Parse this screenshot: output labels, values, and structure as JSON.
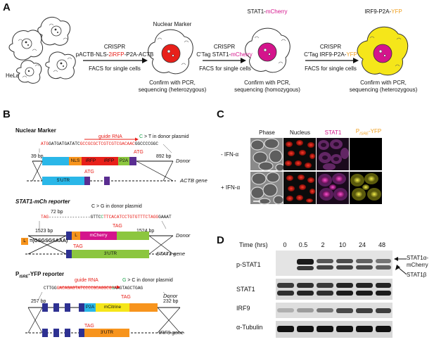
{
  "panel_labels": {
    "a": "A",
    "b": "B",
    "c": "C",
    "d": "D"
  },
  "panel_a": {
    "hela": "HeLa",
    "step1": {
      "method": "CRISPR",
      "construct_pre": "pACTB-NLS-",
      "construct_red": "2iRFP",
      "construct_post": "-P2A-ACTB",
      "facs": "FACS for single cells",
      "top": "Nuclear Marker",
      "confirm1": "Confirm with PCR,",
      "confirm2": "sequencing (heterozygous)"
    },
    "step2": {
      "method": "CRISPR",
      "construct_pre": "C'Tag STAT1-",
      "construct_col": "mCherry",
      "facs": "FACS for single cells",
      "top_pre": "STAT1-",
      "top_col": "mCherry",
      "confirm1": "Confirm with PCR,",
      "confirm2": "sequencing (homozygous)"
    },
    "step3": {
      "method": "CRISPR",
      "construct_pre": "C'Tag IRF9-P2A-",
      "construct_col": "YFP",
      "facs": "FACS for single cells",
      "top_pre": "IRF9-P2A-",
      "top_col": "YFP",
      "confirm1": "Confirm with PCR,",
      "confirm2": "sequencing (heterozygous)"
    }
  },
  "panel_b": {
    "nm": {
      "title": "Nuclear Marker",
      "guide": "guide RNA",
      "mut_pre": "C",
      "mut_mid": " > T in donor plasmid",
      "seq_a": "ATG",
      "seq_b": "GATGATGATATC",
      "seq_c": "GCCGCGCTCGTCGTCGACAAC",
      "seq_d": "GGCCCCGGC",
      "bp_left": "39 bp",
      "bp_right": "892 bp",
      "atg1": "ATG",
      "atg2": "ATG",
      "segs": [
        "5'UTR",
        "NLS",
        "iRFP",
        "iRFP",
        "P2A"
      ],
      "donor": "Donor",
      "gene": "ACTB gene"
    },
    "stat": {
      "title": "STAT1-mCh reporter",
      "mut": "C > G in donor plasmid",
      "bp72": "72 bp",
      "seq_a": "TAG",
      "seq_b": "GTTC",
      "seq_c": "C",
      "seq_d": "TTCACATCCTGTGTTTCTAGG",
      "seq_e": "GAAAT",
      "bp_left": "1523 bp",
      "bp_right": "1524 bp",
      "l": "L",
      "mcherry": "mCherry",
      "tag1": "TAG",
      "tag2": "TAG",
      "linker": "=(GSGSGSAAA)",
      "linker_l": "L",
      "donor": "Donor",
      "utr": "3'UTR",
      "gene": "STAT1 gene"
    },
    "irf": {
      "title_pre": "P",
      "title_sub": "ISRE",
      "title_post": "-YFP reporter",
      "guide": "guide RNA",
      "mut_pre": "G",
      "mut_post": " > C in donor plasmid",
      "seq_a": "CTTGG",
      "seq_b": "GACAGAGTATCCCCGCAGGCG",
      "seq_c": "G",
      "seq_d": "AAGTAGCTGAG",
      "bp_left": "257 bp",
      "bp_right": "232 bp",
      "p2a": "P2A",
      "mcitrine": "mCitrine",
      "tag1": "TAG",
      "tag2": "TAG",
      "donor": "Donor",
      "utr": "3'UTR",
      "gene": "IRF9 gene"
    }
  },
  "panel_c": {
    "cols": [
      "Phase",
      "Nucleus",
      "STAT1"
    ],
    "col4_pre": "P",
    "col4_sub": "ISRE",
    "col4_post": "-YFP",
    "rows": [
      "- IFN-α",
      "+ IFN-α"
    ]
  },
  "panel_d": {
    "time_label": "Time (hrs)",
    "times": [
      "0",
      "0.5",
      "2",
      "10",
      "24",
      "48"
    ],
    "rows": [
      "p-STAT1",
      "STAT1",
      "IRF9",
      "α-Tubulin"
    ],
    "arrow1a": "STAT1α-",
    "arrow1b": "mCherry",
    "arrow2": "STAT1β"
  },
  "colors": {
    "red": "#e8201a",
    "magenta": "#d4148c",
    "yellow": "#f0a020",
    "cyan": "#2ab7e8",
    "orange": "#f7941d",
    "green": "#8cc63f",
    "purple": "#5a2d91",
    "navy": "#2e3192"
  }
}
